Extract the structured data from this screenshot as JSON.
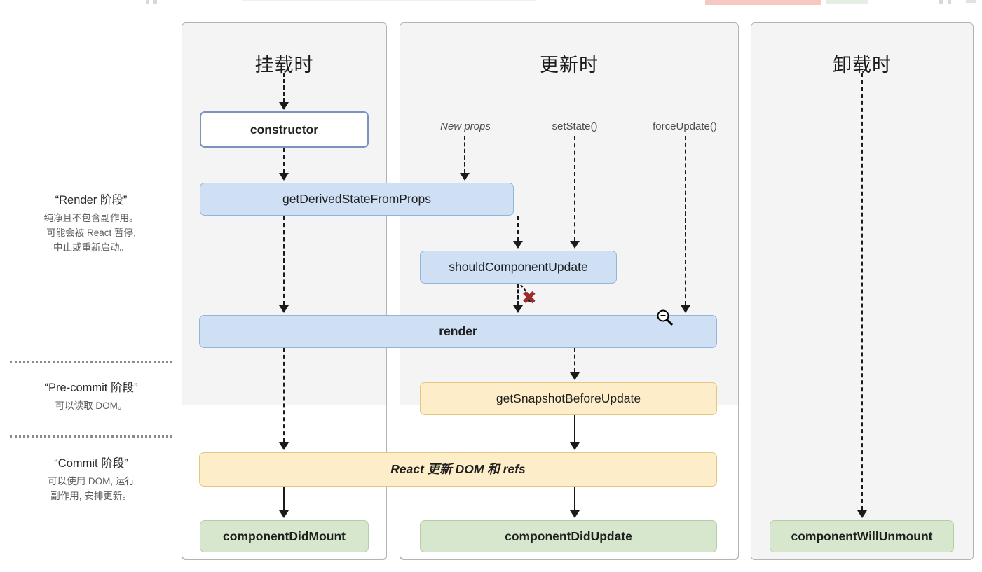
{
  "diagram": {
    "columns": [
      {
        "id": "mount",
        "title": "挂载时"
      },
      {
        "id": "update",
        "title": "更新时"
      },
      {
        "id": "unmount",
        "title": "卸载时"
      }
    ],
    "legend": [
      {
        "id": "render",
        "title": "“Render 阶段”",
        "line1": "纯净且不包含副作用。",
        "line2": "可能会被 React 暂停,",
        "line3": "中止或重新启动。"
      },
      {
        "id": "pre-commit",
        "title": "“Pre-commit 阶段”",
        "line1": "可以读取 DOM。"
      },
      {
        "id": "commit",
        "title": "“Commit 阶段”",
        "line1": "可以使用 DOM, 运行",
        "line2": "副作用, 安排更新。"
      }
    ],
    "triggers": [
      {
        "id": "new-props",
        "label": "New props"
      },
      {
        "id": "set-state",
        "label": "setState()"
      },
      {
        "id": "force-update",
        "label": "forceUpdate()"
      }
    ],
    "nodes": {
      "constructor": "constructor",
      "get_derived_state_from_props": "getDerivedStateFromProps",
      "should_component_update": "shouldComponentUpdate",
      "render": "render",
      "get_snapshot_before_update": "getSnapshotBeforeUpdate",
      "react_updates_dom": "React 更新 DOM 和 refs",
      "component_did_mount": "componentDidMount",
      "component_did_update": "componentDidUpdate",
      "component_will_unmount": "componentWillUnmount"
    },
    "annotations": {
      "skip_render_mark": "✖"
    },
    "icons": {
      "cursor": "zoom-out-magnifier-cursor"
    },
    "colors": {
      "phase_band": "#f4f4f4",
      "commit_band": "#ffffff",
      "box_white": "#ffffff",
      "box_white_border": "#7a94bf",
      "box_blue": "#cfe0f5",
      "box_blue_border": "#93b4dd",
      "box_yellow": "#fdeec9",
      "box_yellow_border": "#e3c77e",
      "box_green": "#d7e7cd",
      "box_green_border": "#b4cfa4",
      "skip_mark": "#9e2a2a",
      "connector": "#1a1a1a"
    }
  }
}
